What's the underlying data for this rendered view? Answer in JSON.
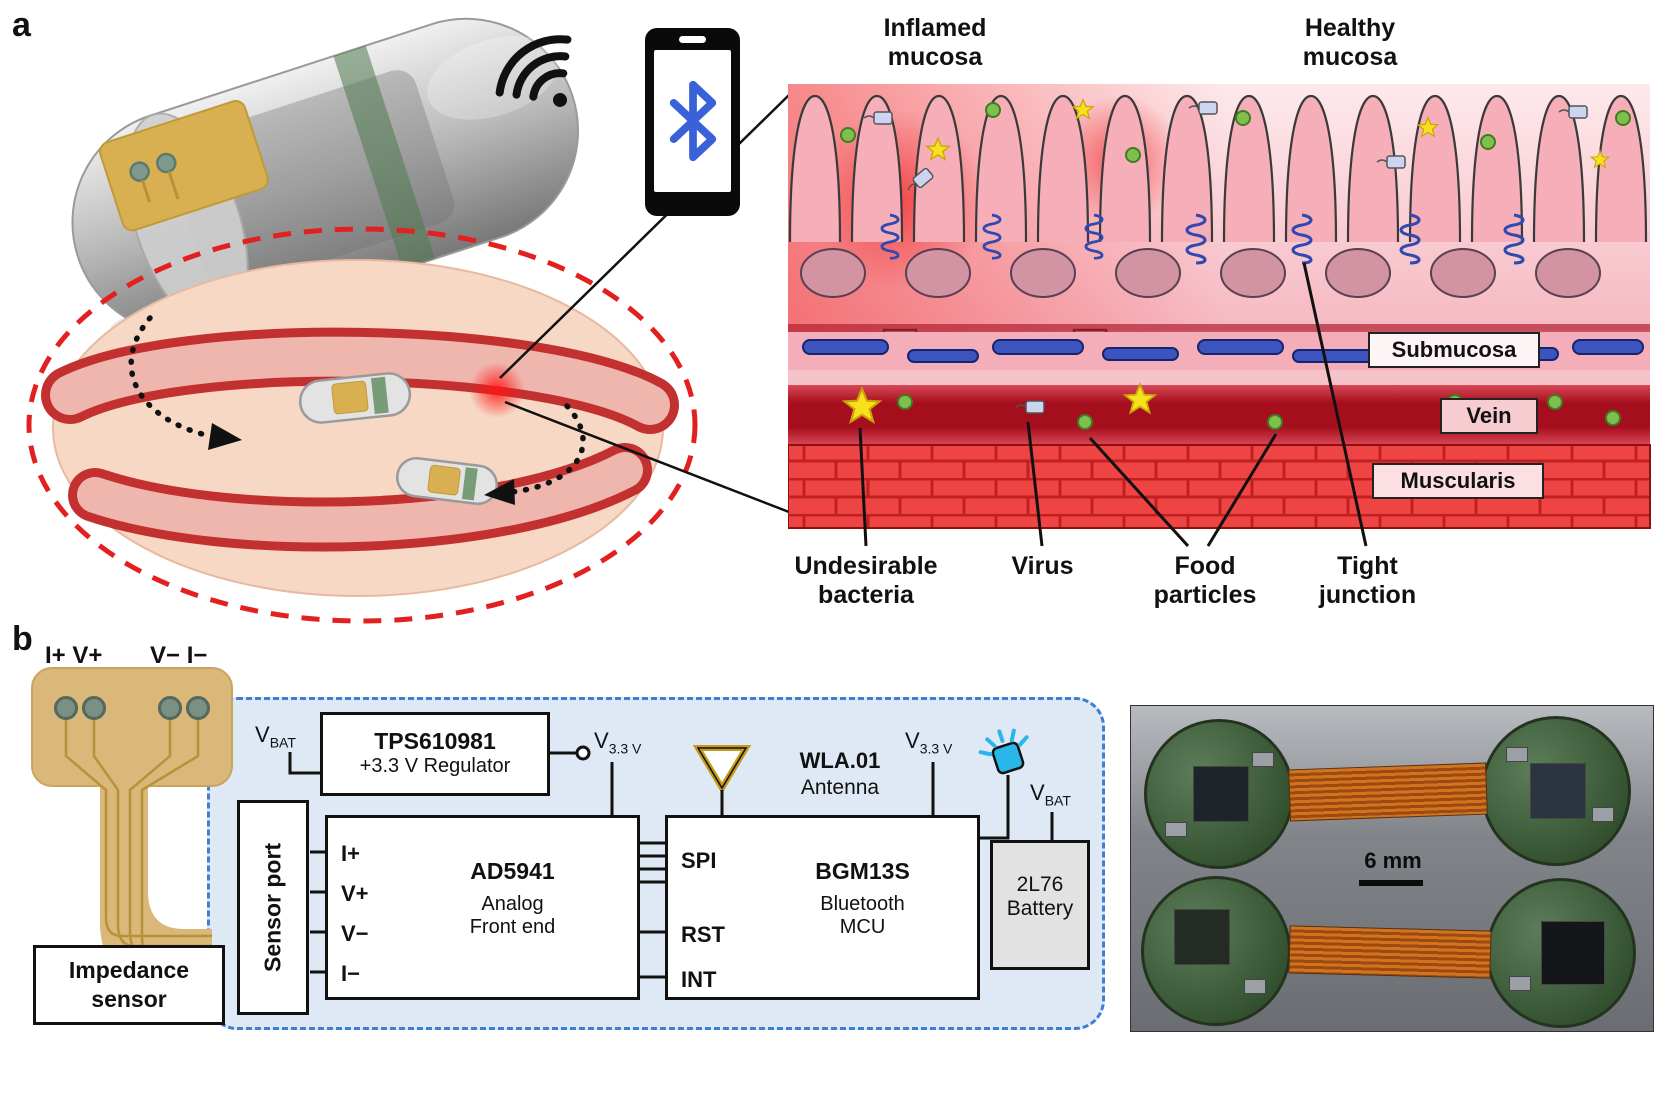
{
  "panel_a": {
    "label": "a",
    "top_labels": {
      "inflamed": "Inflamed mucosa",
      "healthy": "Healthy mucosa"
    },
    "layer_labels": {
      "submucosa": "Submucosa",
      "vein": "Vein",
      "muscularis": "Muscularis"
    },
    "bottom_labels": {
      "bacteria": "Undesirable bacteria",
      "virus": "Virus",
      "food": "Food particles",
      "junction": "Tight junction"
    }
  },
  "panel_b": {
    "label": "b",
    "pads": {
      "left": "I+ V+",
      "right": "V− I−"
    },
    "impedance_sensor": "Impedance sensor",
    "sensor_port": "Sensor port",
    "regulator": {
      "name": "TPS610981",
      "desc": "+3.3 V Regulator"
    },
    "afe": {
      "name": "AD5941",
      "line1": "Analog",
      "line2": "Front end",
      "pins": [
        "I+",
        "V+",
        "V−",
        "I−"
      ]
    },
    "mcu": {
      "name": "BGM13S",
      "line1": "Bluetooth",
      "line2": "MCU",
      "pins": [
        "SPI",
        "RST",
        "INT"
      ]
    },
    "antenna": {
      "name": "WLA.01",
      "desc": "Antenna"
    },
    "battery": {
      "name": "2L76",
      "desc": "Battery"
    },
    "vbat": {
      "base": "V",
      "sub": "BAT"
    },
    "v33": {
      "base": "V",
      "sub": "3.3 V"
    },
    "scale_bar": "6 mm"
  },
  "colors": {
    "boundary_blue": "#3f7fd0",
    "boundary_fill": "#dfe9f5",
    "flex_gold": "#d9b87a",
    "trace_gold": "#b8923a",
    "led_blue": "#29b6e8",
    "antenna_gold": "#c49a1a",
    "dashed_red": "#e32020",
    "bluetooth_blue": "#3a62d8",
    "brick_red": "#ef4444",
    "vein_red": "#b5121f"
  }
}
